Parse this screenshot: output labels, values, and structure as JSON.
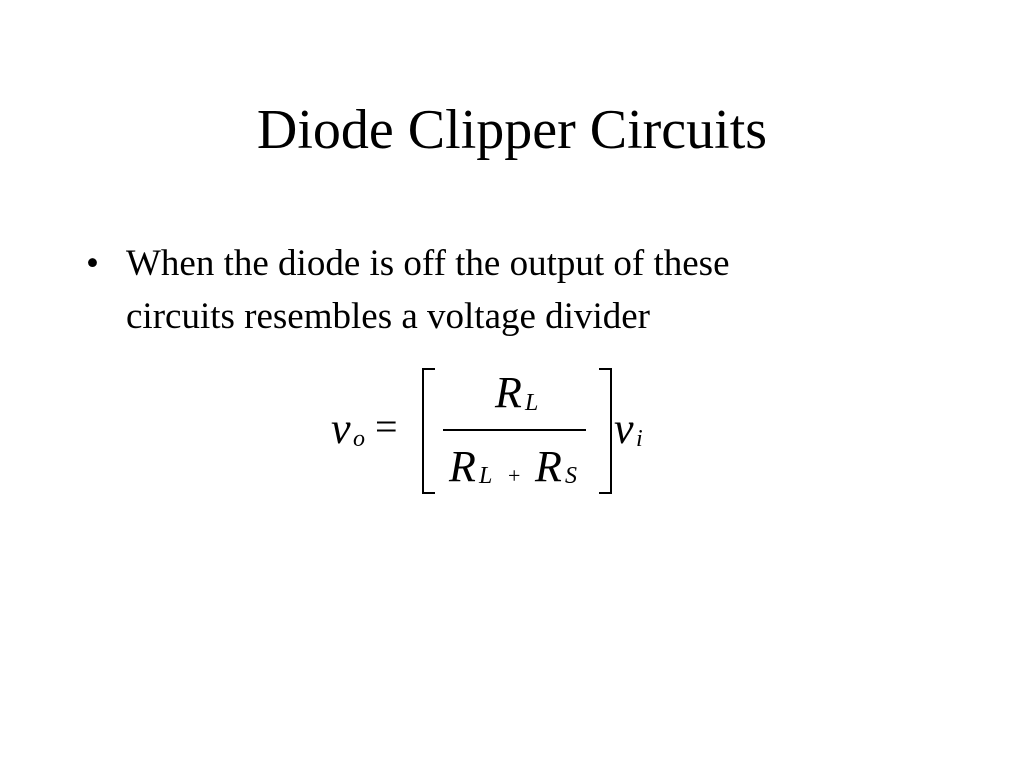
{
  "slide": {
    "title": "Diode Clipper Circuits",
    "bullet": {
      "symbol": "•",
      "line1": "When the diode is off the output of these",
      "line2": "circuits resembles a voltage divider"
    },
    "formula": {
      "lhs_var": "v",
      "lhs_sub": "o",
      "equals": "=",
      "numerator_var": "R",
      "numerator_sub": "L",
      "denominator_var1": "R",
      "denominator_sub1": "L",
      "plus": "+",
      "denominator_var2": "R",
      "denominator_sub2": "S",
      "rhs_var": "v",
      "rhs_sub": "i"
    }
  }
}
